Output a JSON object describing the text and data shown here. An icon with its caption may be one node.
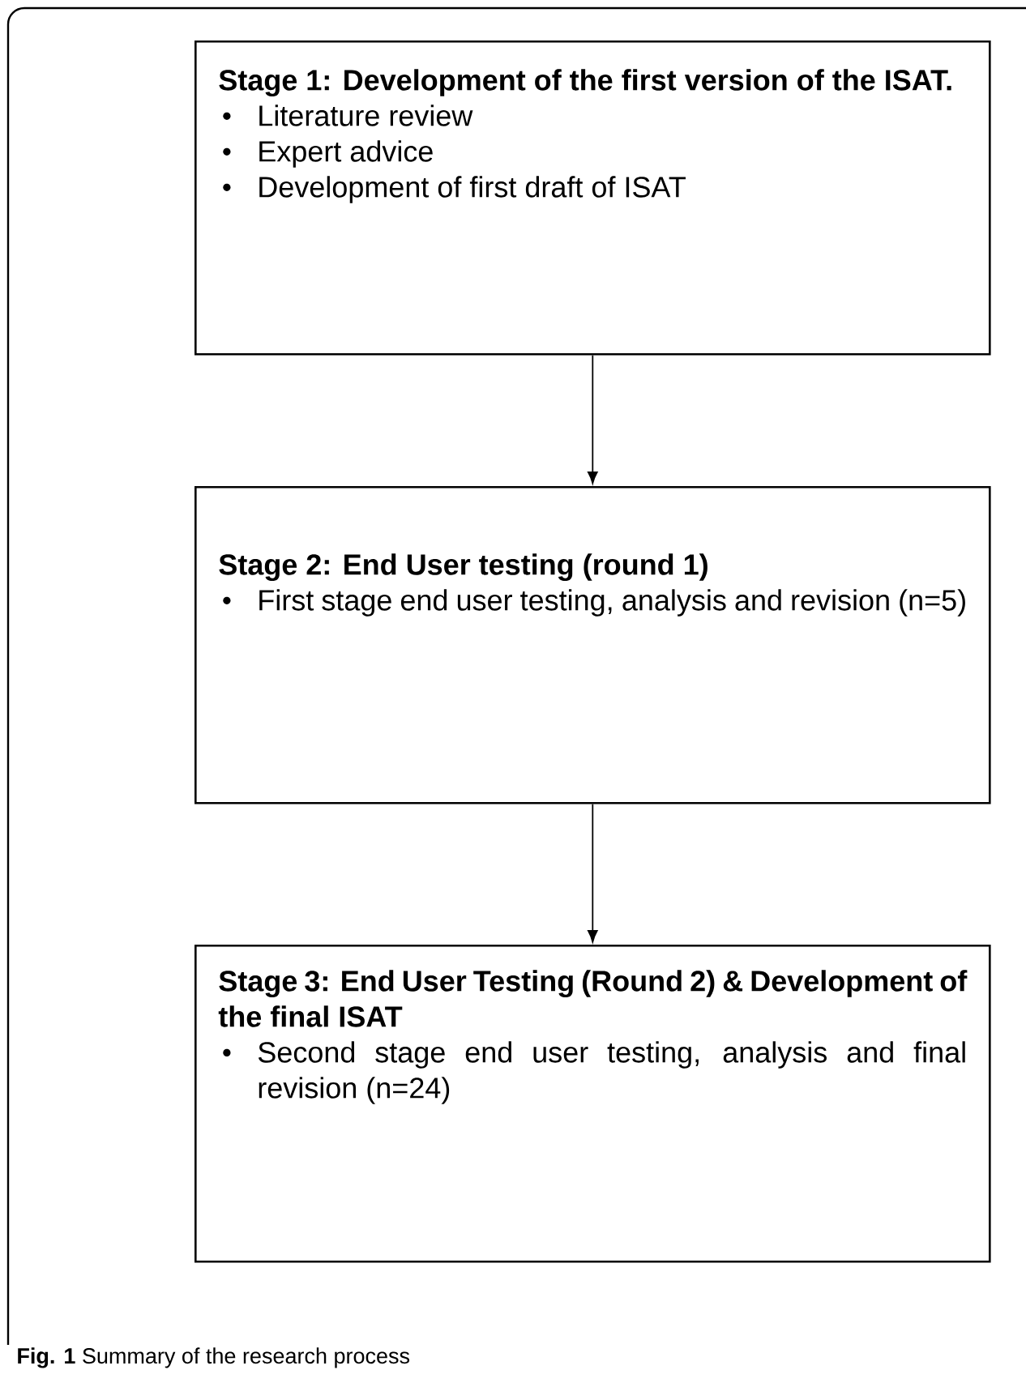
{
  "diagram": {
    "caption": "**Fig. 1** Summary of the research process",
    "nodes": [
      {
        "text": [
          "Stage 1: Development of the first version of the ISAT.",
          "Literature review",
          "Expert advice",
          "Development of first draft of ISAT"
        ]
      },
      {
        "text": [
          "Stage 2:  End User testing (round 1)",
          "First stage end user testing, analysis and revision  (n=5)"
        ]
      },
      {
        "text": [
          "Stage 3:  End User Testing (Round 2) & Development of the final ISAT",
          "Second stage end user testing, analysis and final revision  (n=24)"
        ]
      }
    ],
    "edges": [
      {
        "from": 0,
        "to": 1,
        "arrow": "to"
      },
      {
        "from": 1,
        "to": 2,
        "arrow": "to"
      }
    ]
  }
}
